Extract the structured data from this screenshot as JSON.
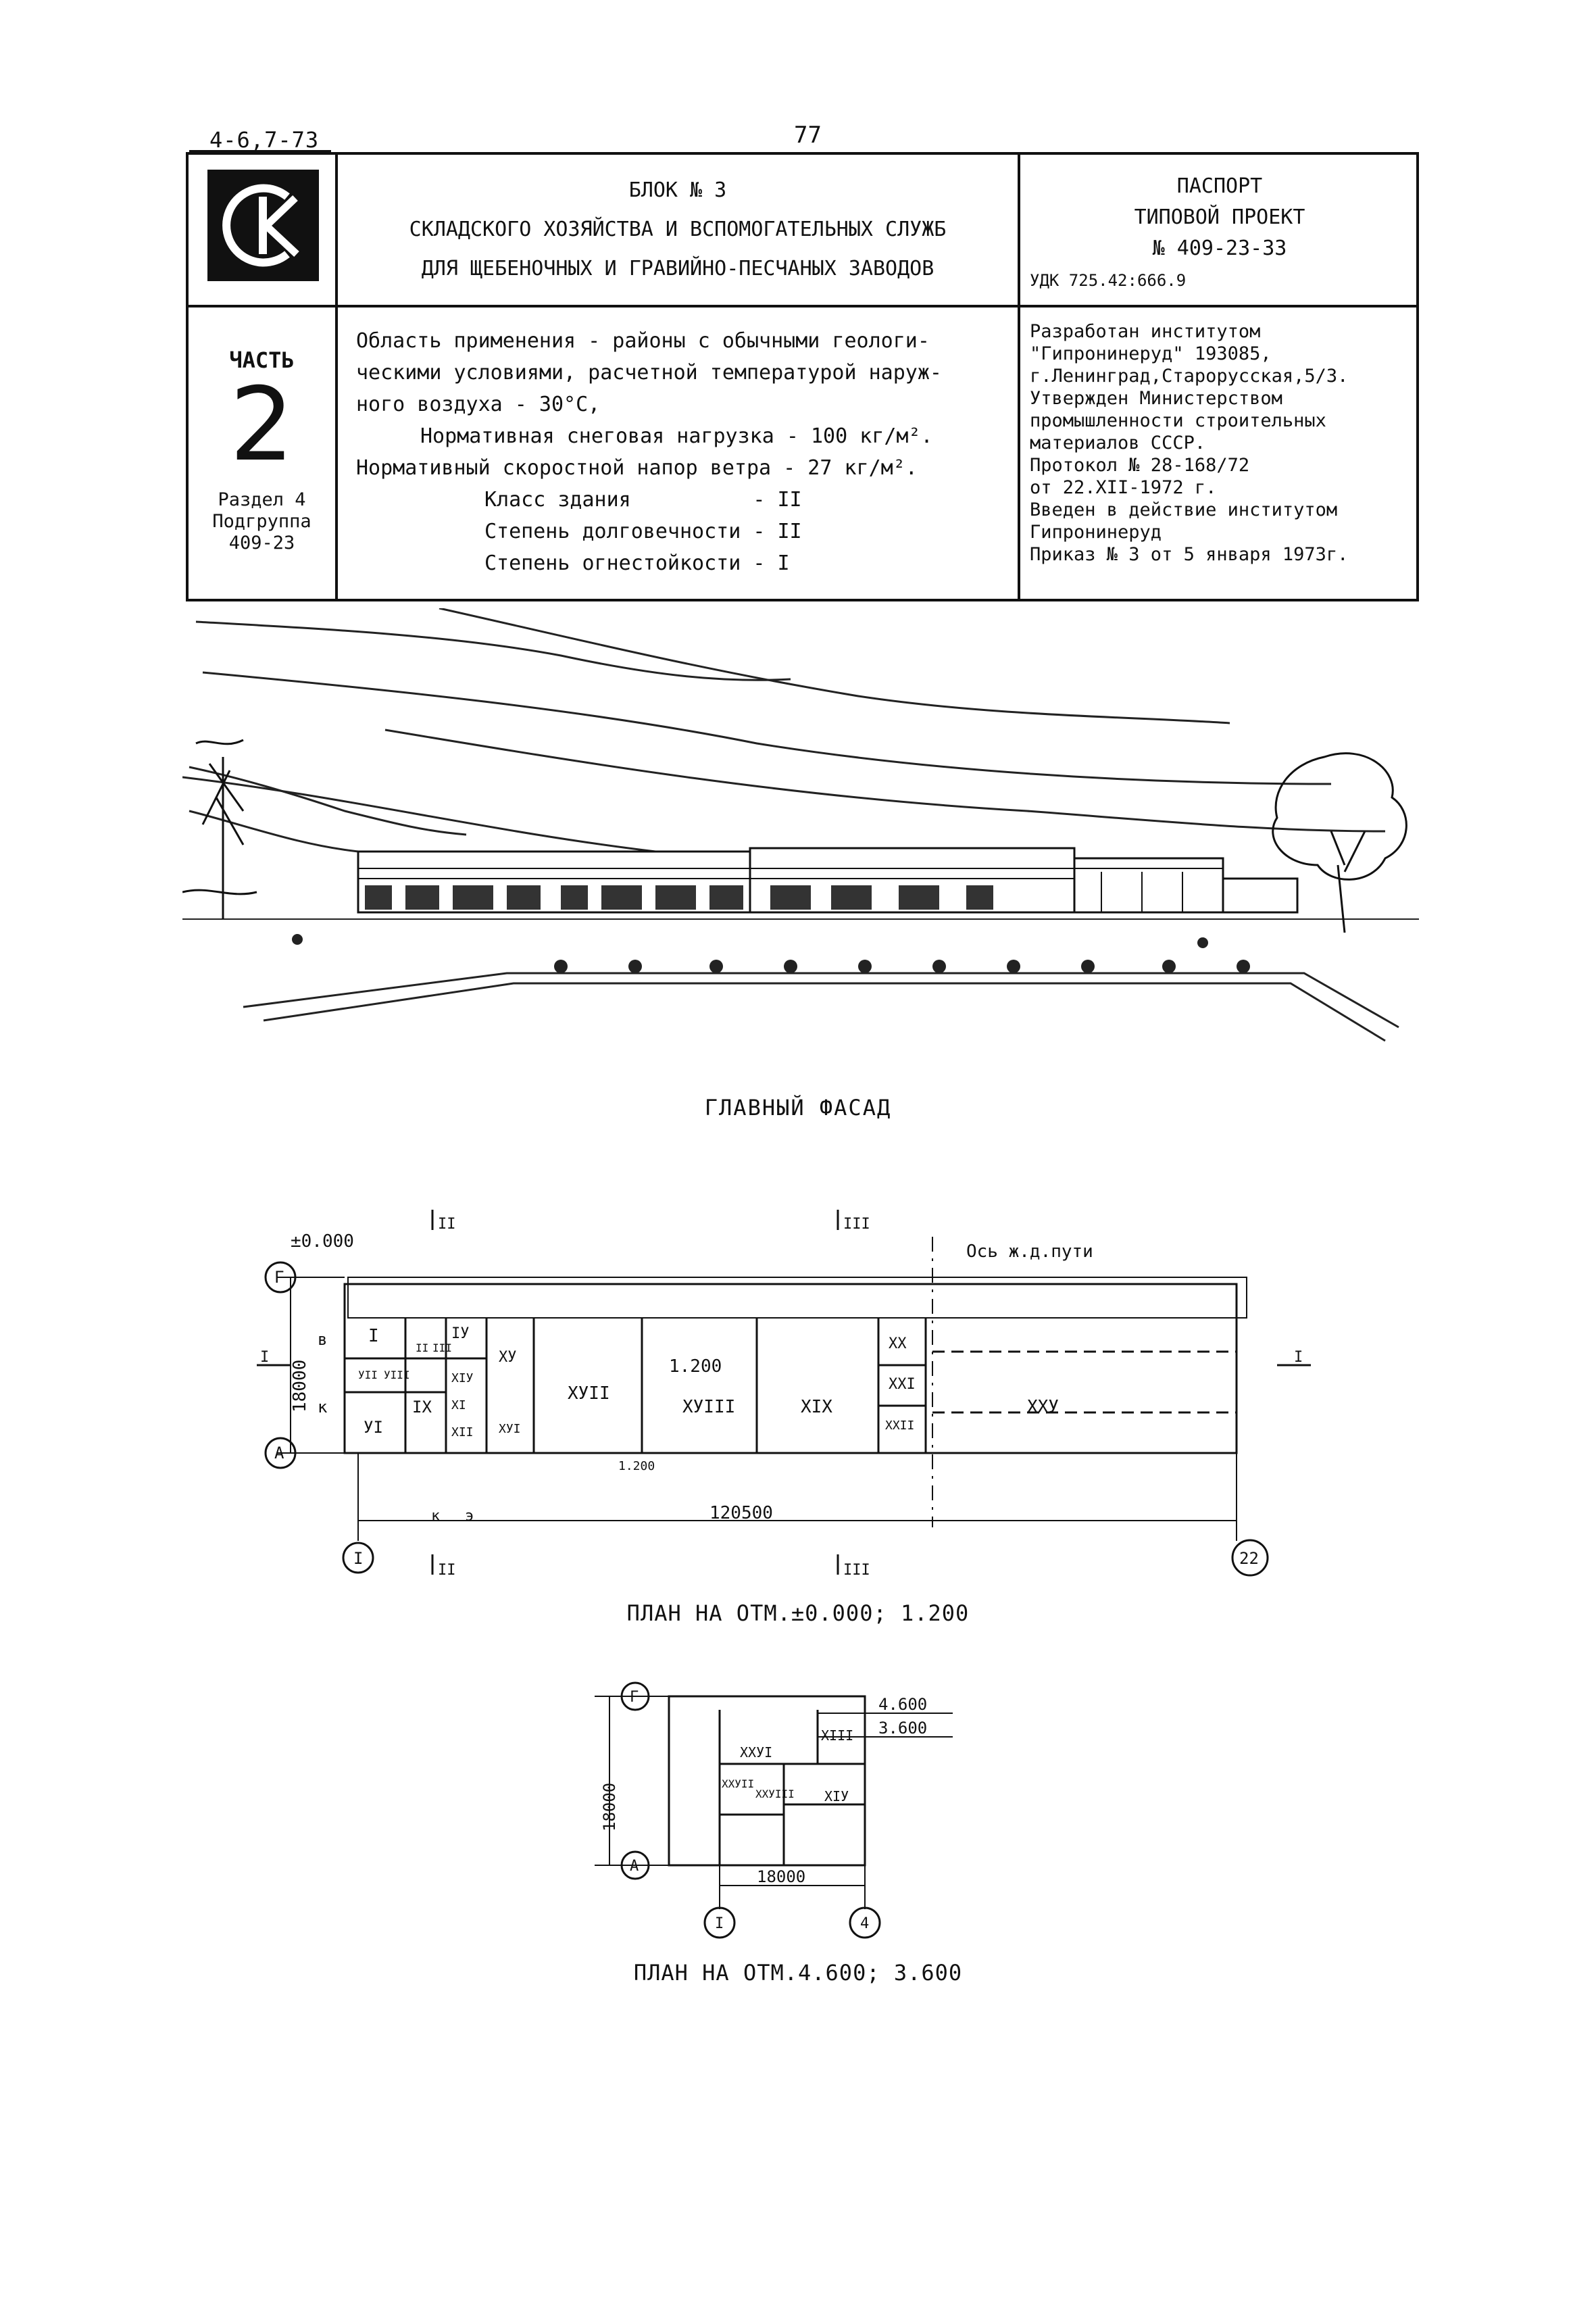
{
  "header": {
    "code": "4-6,7-73",
    "page_number": "77"
  },
  "title_block": {
    "block_lines": [
      "БЛОК № 3",
      "СКЛАДСКОГО ХОЗЯЙСТВА И ВСПОМОГАТЕЛЬНЫХ СЛУЖБ",
      "ДЛЯ ЩЕБЕНОЧНЫХ И ГРАВИЙНО-ПЕСЧАНЫХ ЗАВОДОВ"
    ],
    "passport_lines": [
      "ПАСПОРТ",
      "ТИПОВОЙ ПРОЕКТ",
      "№ 409-23-33"
    ],
    "udk": "УДК 725.42:666.9",
    "part_label": "ЧАСТЬ",
    "part_number": "2",
    "section_lines": [
      "Раздел 4",
      "Подгруппа",
      "409-23"
    ],
    "scope_lines": [
      "Область применения - районы с обычными геологи-",
      "ческими условиями, расчетной температурой наруж-",
      "ного воздуха - 30°С,",
      "Нормативная снеговая нагрузка - 100 кг/м².",
      "Нормативный скоростной напор ветра -  27 кг/м².",
      "Класс здания          - II",
      "Степень долговечности - II",
      "Степень огнестойкости - I"
    ],
    "developer_lines": [
      "Разработан институтом",
      "\"Гипронинеруд\" 193085,",
      "г.Ленинград,Старорусская,5/3.",
      "Утвержден Министерством",
      "промышленности строительных",
      "материалов СССР.",
      "Протокол № 28-168/72",
      "от 22.XII-1972 г.",
      "Введен в действие институтом",
      "Гипронинеруд",
      "Приказ № 3 от 5 января 1973г."
    ]
  },
  "facade": {
    "caption": "ГЛАВНЫЙ ФАСАД"
  },
  "plan1": {
    "caption": "ПЛАН НА ОТМ.±0.000; 1.200",
    "elev_zero": "±0.000",
    "elev_1200": "1.200",
    "elev_floor": "1.200",
    "rail_axis": "Ось ж.д.пути",
    "dim_width": "18000",
    "dim_length": "120500",
    "axis_G": "Г",
    "axis_A": "А",
    "axis_1": "I",
    "axis_22": "22",
    "cut_I": "I",
    "cut_II": "II",
    "cut_III": "III",
    "side_v": "в",
    "side_k": "к",
    "door_k": "к",
    "door_e": "э",
    "rooms": [
      "I",
      "IУ",
      "ХУ",
      "ХУII",
      "ХУIII",
      "ХIХ",
      "ХХ",
      "ХХI",
      "ХХII",
      "ХХУ",
      "УI",
      "IХ",
      "ХI",
      "ХII",
      "ХУI",
      "УII",
      "УIII",
      "II",
      "III",
      "ХIУ"
    ]
  },
  "plan2": {
    "caption": "ПЛАН НА ОТМ.4.600; 3.600",
    "elev_4600": "4.600",
    "elev_3600": "3.600",
    "dim_width": "18000",
    "dim_length": "18000",
    "axis_G": "Г",
    "axis_A": "А",
    "axis_1": "I",
    "axis_4": "4",
    "rooms": [
      "ХIII",
      "ХХУI",
      "ХХУII",
      "ХХУIII",
      "ХIУ"
    ]
  }
}
